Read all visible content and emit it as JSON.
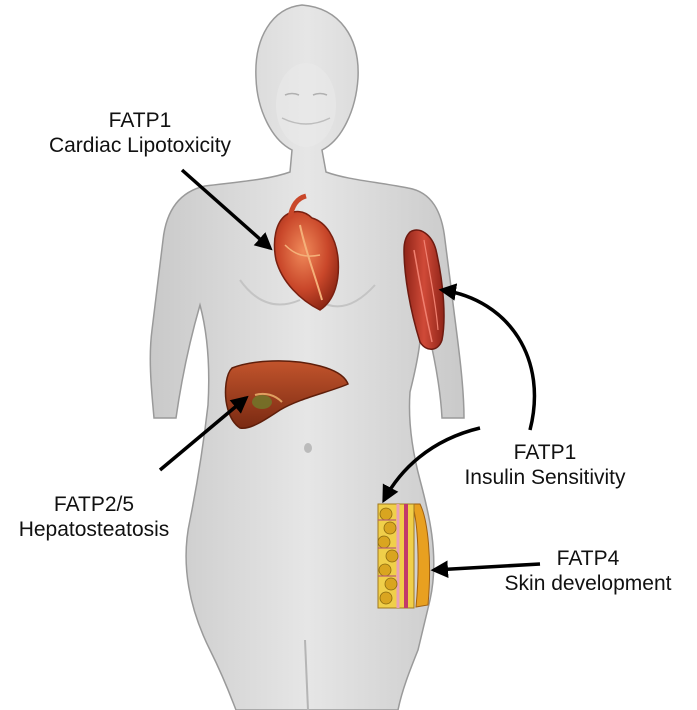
{
  "labels": {
    "heart": {
      "gene": "FATP1",
      "role": "Cardiac Lipotoxicity"
    },
    "liver": {
      "gene": "FATP2/5",
      "role": "Hepatosteatosis"
    },
    "muscle_fat": {
      "gene": "FATP1",
      "role": "Insulin Sensitivity"
    },
    "skin": {
      "gene": "FATP4",
      "role": "Skin development"
    }
  },
  "colors": {
    "body": "#d9d9d9",
    "arrow": "#000000",
    "heart": "#c2452a",
    "liver": "#9c3a1c",
    "muscle": "#b8382a",
    "fat": "#e0b428"
  }
}
